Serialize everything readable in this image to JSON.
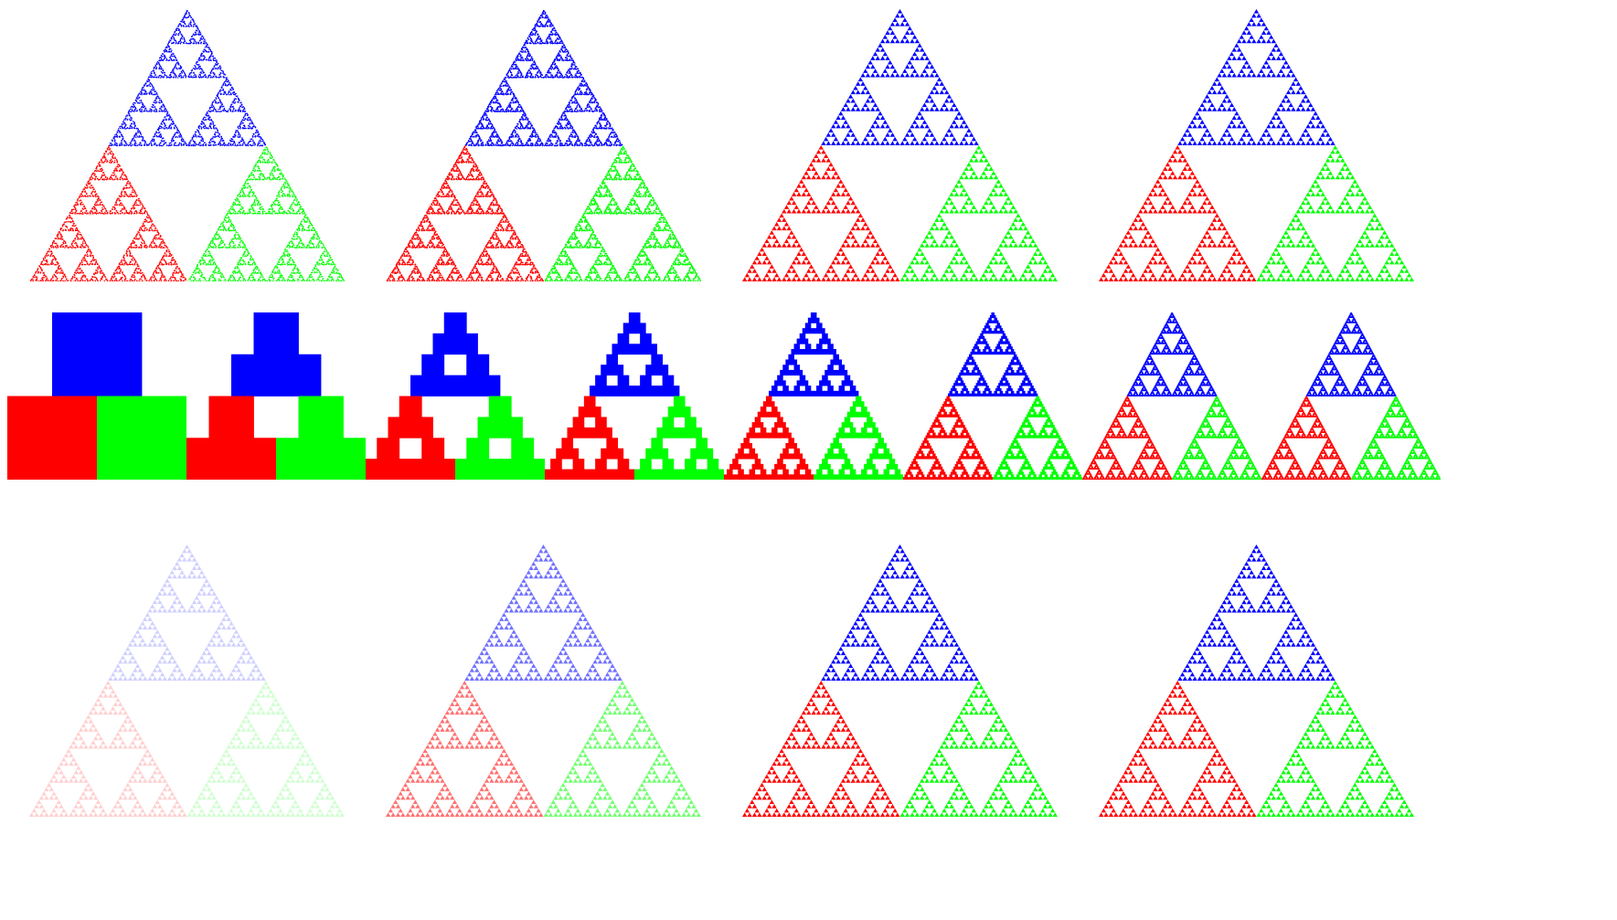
{
  "colors": {
    "top": "#0000ff",
    "left": "#ff0000",
    "right": "#00ff00",
    "background": "#ffffff"
  },
  "rows": {
    "point_density": {
      "description_shown": "",
      "panels": [
        {
          "style": "points",
          "density": 0.35,
          "opacity": 1.0
        },
        {
          "style": "points",
          "density": 0.6,
          "opacity": 1.0
        },
        {
          "style": "solid",
          "opacity": 1.0
        },
        {
          "style": "solid",
          "opacity": 1.0
        }
      ]
    },
    "blocky_iterations": {
      "panels": [
        {
          "level": 0
        },
        {
          "level": 1
        },
        {
          "level": 2
        },
        {
          "level": 3
        },
        {
          "level": 4
        },
        {
          "level": 5
        },
        {
          "level": 6
        },
        {
          "level": 7
        }
      ]
    },
    "opacity": {
      "panels": [
        {
          "style": "solid",
          "opacity": 0.18
        },
        {
          "style": "solid",
          "opacity": 0.55
        },
        {
          "style": "solid",
          "opacity": 1.0
        },
        {
          "style": "solid",
          "opacity": 1.0
        }
      ]
    }
  }
}
